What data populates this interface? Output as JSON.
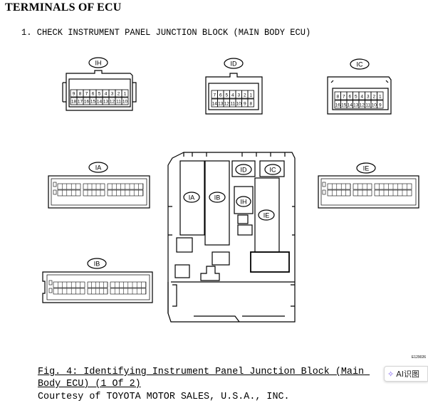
{
  "heading": "TERMINALS OF ECU",
  "step": "1. CHECK INSTRUMENT PANEL JUNCTION BLOCK (MAIN BODY ECU)",
  "connectors": {
    "IH": {
      "label": "IH",
      "row1": [
        "9",
        "8",
        "7",
        "6",
        "5",
        "4",
        "3",
        "2",
        "1"
      ],
      "row2": [
        "18",
        "17",
        "16",
        "15",
        "14",
        "13",
        "12",
        "11",
        "10"
      ]
    },
    "ID": {
      "label": "ID",
      "row1": [
        "7",
        "6",
        "5",
        "4",
        "3",
        "2",
        "1"
      ],
      "row2": [
        "14",
        "13",
        "12",
        "11",
        "10",
        "9",
        "8"
      ]
    },
    "IC": {
      "label": "IC",
      "row1": [
        "8",
        "7",
        "6",
        "5",
        "4",
        "3",
        "2",
        "1"
      ],
      "row2": [
        "16",
        "15",
        "14",
        "13",
        "12",
        "11",
        "10",
        "9"
      ]
    },
    "IA": {
      "label": "IA"
    },
    "IE": {
      "label": "IE"
    },
    "IB": {
      "label": "IB"
    }
  },
  "block_labels": {
    "IA": "IA",
    "IB": "IB",
    "IH": "IH",
    "IE": "IE",
    "ID": "ID",
    "IC": "IC"
  },
  "figure_id": "E129026",
  "caption": "Fig. 4: Identifying Instrument Panel Junction Block (Main Body ECU) (1 Of 2)",
  "courtesy": "Courtesy of TOYOTA MOTOR SALES, U.S.A., INC.",
  "ai_button": {
    "icon": "sparkle-icon",
    "label": "AI识图"
  }
}
